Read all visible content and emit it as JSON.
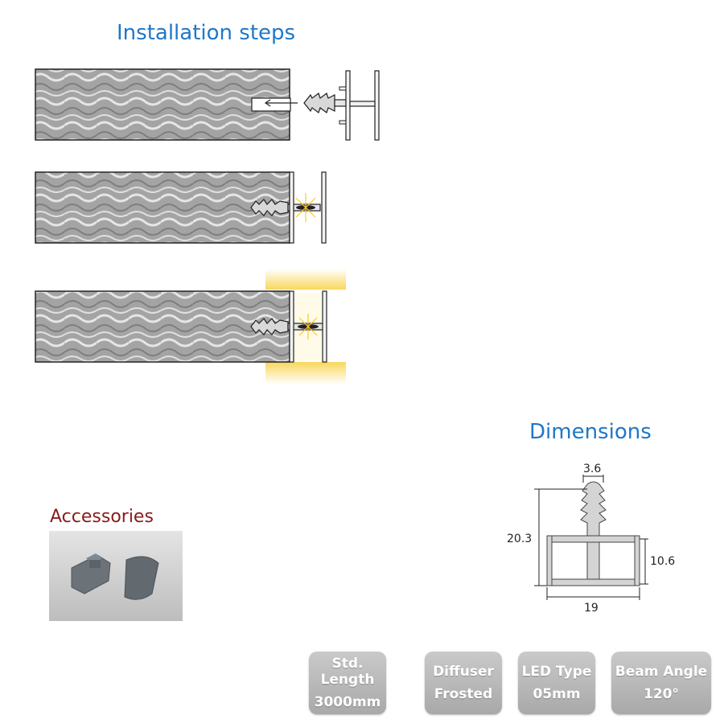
{
  "installation": {
    "title": "Installation steps"
  },
  "dimensions": {
    "title": "Dimensions",
    "top_width": "3.6",
    "total_height": "20.3",
    "lower_height": "10.6",
    "base_width": "19"
  },
  "accessories": {
    "title": "Accessories"
  },
  "specs": [
    {
      "label": "Std. Length",
      "value": "3000mm"
    },
    {
      "label": "Diffuser",
      "value": "Frosted"
    },
    {
      "label": "LED Type",
      "value": "05mm"
    },
    {
      "label": "Beam Angle",
      "value": "120°"
    }
  ],
  "colors": {
    "title_blue": "#1f78c8",
    "accessories_red": "#8b1a1a",
    "panel_grey": "#9a9a9a",
    "light_yellow": "#f8d24a"
  }
}
